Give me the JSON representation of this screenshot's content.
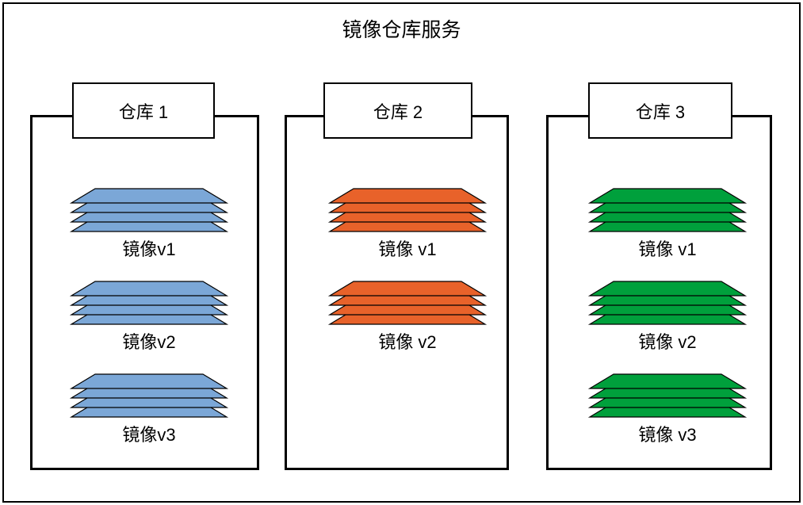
{
  "diagram": {
    "title": "镜像仓库服务",
    "frame_color": "#000000",
    "background": "#ffffff",
    "repositories": [
      {
        "label": "仓库 1",
        "color": "#7ba7d7",
        "stroke": "#2a4d80",
        "images": [
          {
            "label": "镜像v1",
            "layers": 4
          },
          {
            "label": "镜像v2",
            "layers": 4
          },
          {
            "label": "镜像v3",
            "layers": 4
          }
        ]
      },
      {
        "label": "仓库 2",
        "color": "#e8622a",
        "stroke": "#8c3a12",
        "images": [
          {
            "label": "镜像 v1",
            "layers": 4
          },
          {
            "label": "镜像 v2",
            "layers": 4
          }
        ]
      },
      {
        "label": "仓库 3",
        "color": "#00a03c",
        "stroke": "#00622a",
        "images": [
          {
            "label": "镜像 v1",
            "layers": 4
          },
          {
            "label": "镜像 v2",
            "layers": 4
          },
          {
            "label": "镜像 v3",
            "layers": 4
          }
        ]
      }
    ]
  }
}
